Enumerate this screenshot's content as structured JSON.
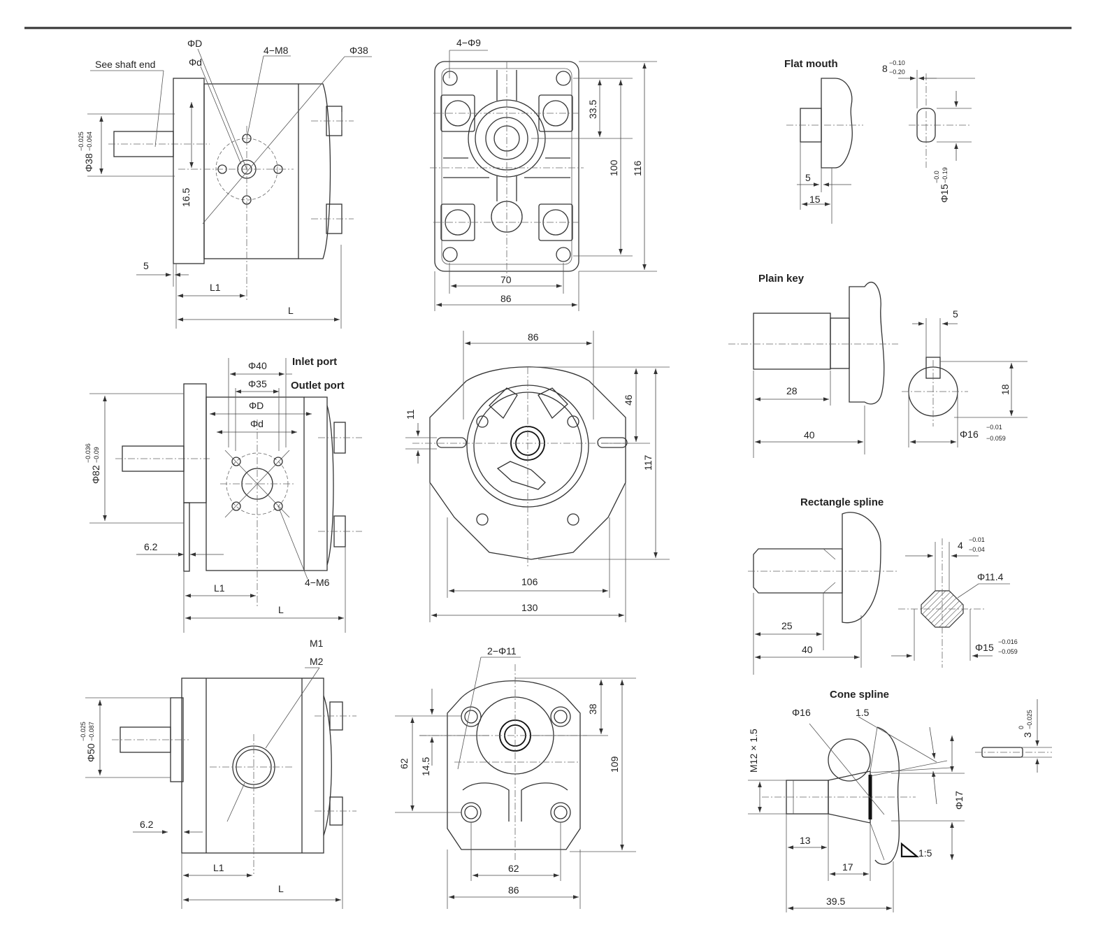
{
  "views": {
    "top_left": {
      "phi_D": "ΦD",
      "phi_d": "Φd",
      "m8": "4−M8",
      "phi38": "Φ38",
      "shaft_note": "See shaft end",
      "dia": "Φ38",
      "dia_tol_u": "−0.025",
      "dia_tol_l": "−0.064",
      "d165": "16.5",
      "d5": "5",
      "L1": "L1",
      "L": "L"
    },
    "top_mid": {
      "phi9": "4−Φ9",
      "d335": "33.5",
      "d100": "100",
      "d116": "116",
      "d70": "70",
      "d86": "86"
    },
    "mid_left": {
      "phi40": "Φ40",
      "inlet": "Inlet port",
      "phi35": "Φ35",
      "outlet": "Outlet port",
      "phi_D": "ΦD",
      "phi_d": "Φd",
      "dia": "Φ82",
      "dia_tol_u": "−0.036",
      "dia_tol_l": "−0.09",
      "d62": "6.2",
      "m6": "4−M6",
      "L1": "L1",
      "L": "L"
    },
    "mid_center": {
      "d86": "86",
      "d11": "11",
      "d46": "46",
      "d117": "117",
      "d106": "106",
      "d130": "130"
    },
    "bottom_left": {
      "m1": "M1",
      "m2": "M2",
      "dia": "Φ50",
      "dia_tol_u": "−0.025",
      "dia_tol_l": "−0.087",
      "d62": "6.2",
      "L1": "L1",
      "L": "L"
    },
    "bottom_mid": {
      "phi11": "2−Φ11",
      "d38": "38",
      "d62v": "62",
      "d145": "14.5",
      "d109": "109",
      "d62": "62",
      "d86": "86"
    }
  },
  "shafts": {
    "flat_mouth": {
      "title": "Flat mouth",
      "d8": "8",
      "d8_tol_u": "−0.10",
      "d8_tol_l": "−0.20",
      "d5": "5",
      "d15": "15",
      "phi15": "Φ15",
      "phi15_tol_u": "−0.0",
      "phi15_tol_l": "−0.19"
    },
    "plain_key": {
      "title": "Plain key",
      "d5": "5",
      "d28": "28",
      "d40": "40",
      "d18": "18",
      "phi16": "Φ16",
      "phi16_tol_u": "−0.01",
      "phi16_tol_l": "−0.059"
    },
    "rect_spline": {
      "title": "Rectangle spline",
      "d4": "4",
      "d4_tol_u": "−0.01",
      "d4_tol_l": "−0.04",
      "phi114": "Φ11.4",
      "d25": "25",
      "d40": "40",
      "phi15": "Φ15",
      "phi15_tol_u": "−0.016",
      "phi15_tol_l": "−0.059"
    },
    "cone_spline": {
      "title": "Cone spline",
      "phi16": "Φ16",
      "d15": "1.5",
      "m12": "M12 × 1.5",
      "d3": "3",
      "d3_tol_u": "0",
      "d3_tol_l": "−0.025",
      "phi17": "Φ17",
      "d13": "13",
      "d17": "17",
      "d395": "39.5",
      "taper": "1:5"
    }
  }
}
